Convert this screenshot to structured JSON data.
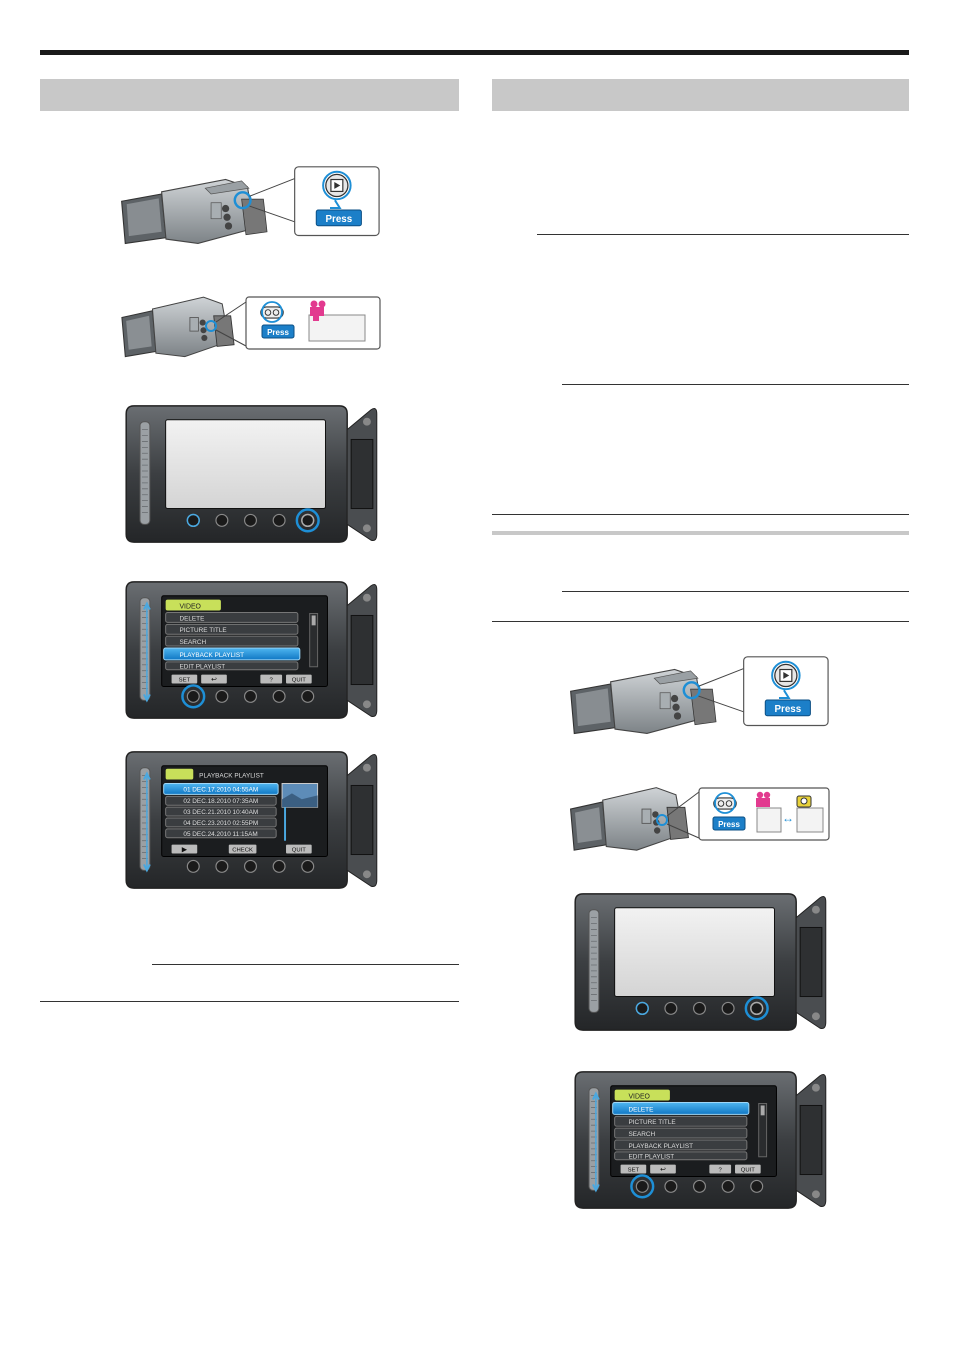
{
  "callouts": {
    "press": "Press"
  },
  "menu_screen": {
    "tab": "VIDEO",
    "items": [
      "DELETE",
      "PICTURE TITLE",
      "SEARCH",
      "PLAYBACK PLAYLIST",
      "EDIT PLAYLIST"
    ],
    "buttons": {
      "set": "SET",
      "help": "?",
      "quit": "QUIT"
    }
  },
  "playlist_screen": {
    "title": "PLAYBACK PLAYLIST",
    "items": [
      "01 DEC.17.2010 04:55AM",
      "02 DEC.18.2010 07:35AM",
      "03 DEC.21.2010 10:40AM",
      "04 DEC.23.2010 02:55PM",
      "05 DEC.24.2010 11:15AM"
    ],
    "buttons": {
      "play": "▶",
      "check": "CHECK",
      "quit": "QUIT"
    }
  },
  "icons": {
    "ok_button": "OK",
    "menu_button": "MENU"
  },
  "colors": {
    "highlight": "#1e8fd6",
    "callout_blue": "#1c7fc8",
    "video_tab": "#c8e05a",
    "mode_pink": "#e23a8f",
    "mode_yellow": "#e8d23a"
  }
}
